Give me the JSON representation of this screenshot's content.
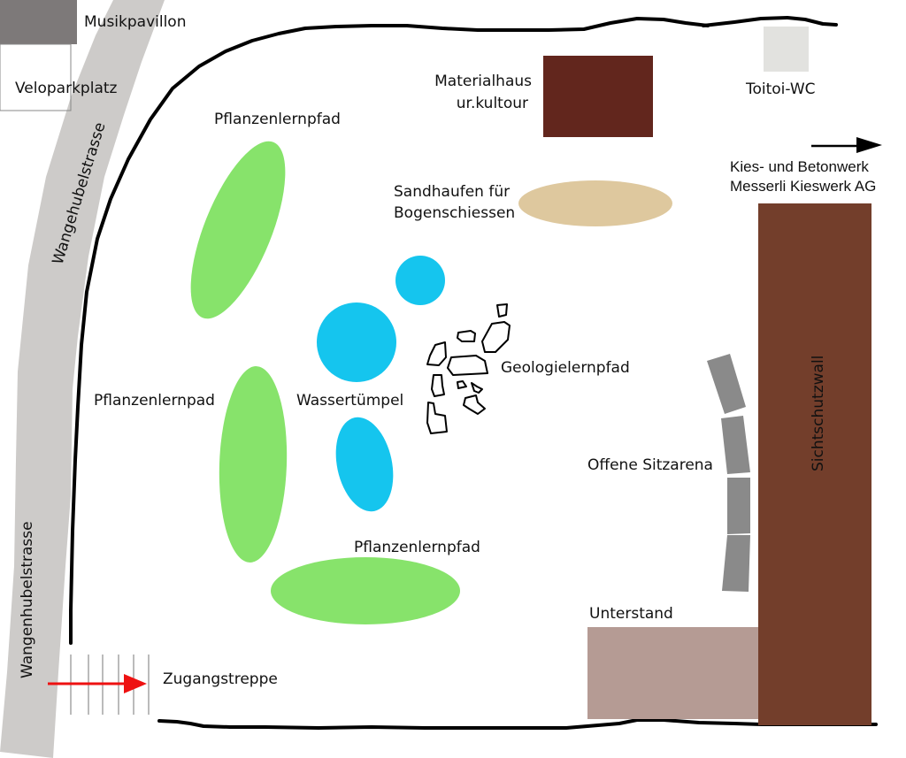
{
  "map": {
    "colors": {
      "road": "#cdcbc9",
      "musikpavillon": "#7d7979",
      "materialhaus": "#62261d",
      "toilet": "#e2e2df",
      "sand": "#dec89e",
      "plant": "#87e36b",
      "water": "#15c5ee",
      "wall": "#733e2b",
      "shelter": "#b59b94",
      "seating": "#8a8a8a",
      "access_arrow": "#ee1111",
      "direction_arrow": "#000000"
    },
    "labels": {
      "musikpavillon": "Musikpavillon",
      "veloparkplatz": "Veloparkplatz",
      "road_upper": "Wangehubelstrasse",
      "road_lower": "Wangenhubelstrasse",
      "materialhaus_line1": "Materialhaus",
      "materialhaus_line2": "ur.kultour",
      "toilet": "Toitoi-WC",
      "kieswerk_line1": "Kies- und Betonwerk",
      "kieswerk_line2": "Messerli Kieswerk AG",
      "sand_line1": "Sandhaufen für",
      "sand_line2": "Bogenschiessen",
      "plant_top": "Pflanzenlernpfad",
      "plant_left": "Pflanzenlernpad",
      "plant_bottom": "Pflanzenlernpfad",
      "water": "Wassertümpel",
      "geology": "Geologielernpfad",
      "seating": "Offene Sitzarena",
      "wall": "Sichtschutzwall",
      "shelter": "Unterstand",
      "stairs": "Zugangstreppe"
    }
  }
}
